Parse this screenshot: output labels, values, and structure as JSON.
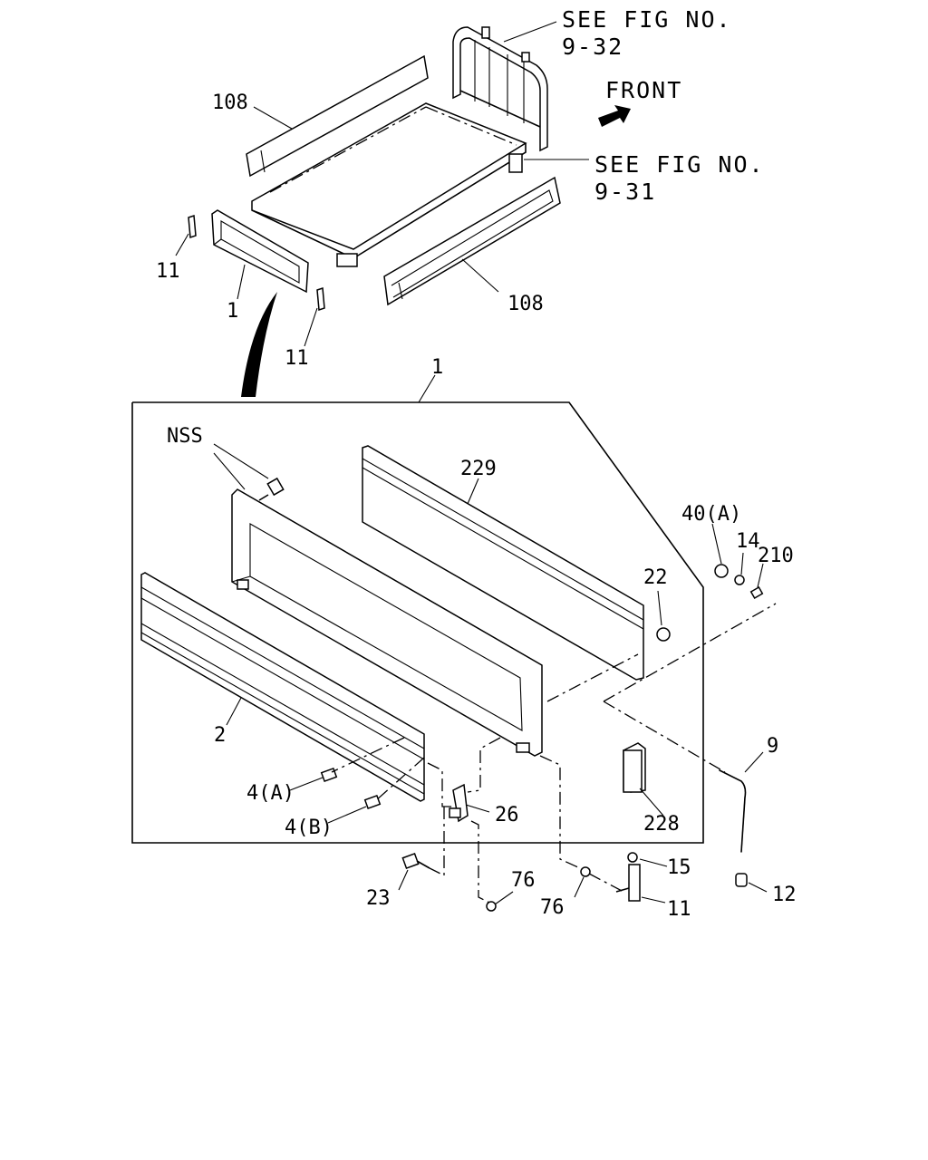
{
  "refs": {
    "see_fig_932_line1": "SEE FIG NO.",
    "see_fig_932_line2": "9-32",
    "see_fig_931_line1": "SEE FIG NO.",
    "see_fig_931_line2": "9-31",
    "front": "FRONT"
  },
  "callouts": {
    "c108_top": "108",
    "c108_right": "108",
    "c11_left": "11",
    "c1_small": "1",
    "c11_mid": "11",
    "c1_box": "1",
    "cNSS": "NSS",
    "c229": "229",
    "c40A": "40(A)",
    "c14": "14",
    "c210": "210",
    "c22": "22",
    "c2": "2",
    "c4A": "4(A)",
    "c4B": "4(B)",
    "c26": "26",
    "c228": "228",
    "c9": "9",
    "c23": "23",
    "c76a": "76",
    "c76b": "76",
    "c15": "15",
    "c11_bottom": "11",
    "c12": "12"
  }
}
